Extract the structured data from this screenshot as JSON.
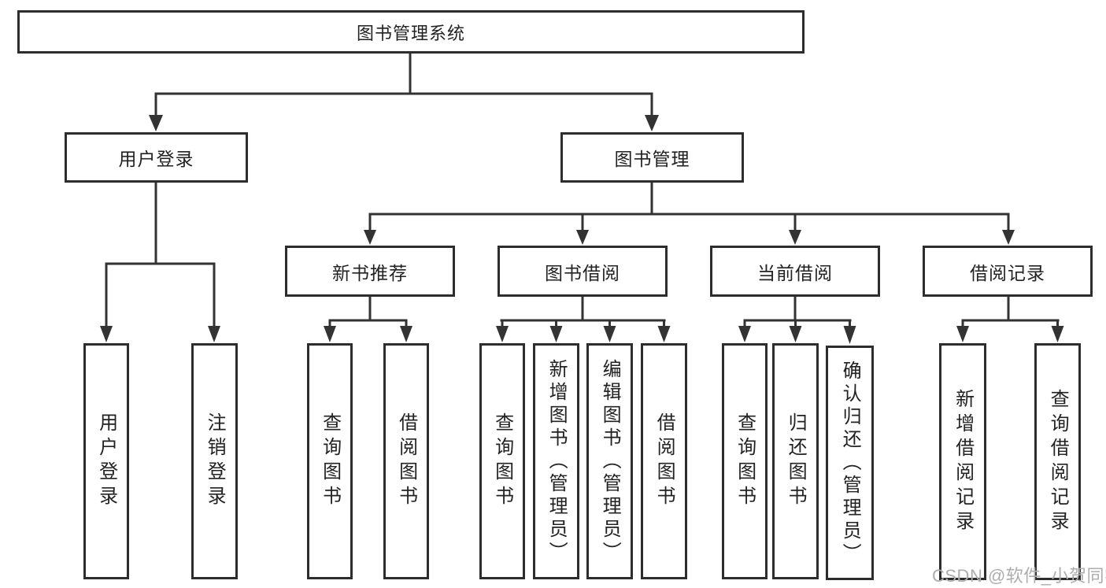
{
  "diagram": {
    "root": {
      "label": "图书管理系统"
    },
    "branches": [
      {
        "label": "用户登录",
        "leaves": [
          {
            "label": "用户登录"
          },
          {
            "label": "注销登录"
          }
        ]
      },
      {
        "label": "图书管理",
        "groups": [
          {
            "label": "新书推荐",
            "leaves": [
              {
                "label": "查询图书"
              },
              {
                "label": "借阅图书"
              }
            ]
          },
          {
            "label": "图书借阅",
            "leaves": [
              {
                "label": "查询图书"
              },
              {
                "label": "新增图书（管理员）"
              },
              {
                "label": "编辑图书（管理员）"
              },
              {
                "label": "借阅图书"
              }
            ]
          },
          {
            "label": "当前借阅",
            "leaves": [
              {
                "label": "查询图书"
              },
              {
                "label": "归还图书"
              },
              {
                "label": "确认归还（管理员）"
              }
            ]
          },
          {
            "label": "借阅记录",
            "leaves": [
              {
                "label": "新增借阅记录"
              },
              {
                "label": "查询借阅记录"
              }
            ]
          }
        ]
      }
    ]
  },
  "watermark": {
    "text": "CSDN @软件_小贺同学"
  },
  "colors": {
    "background": "#ffffff",
    "line": "#333333",
    "box_border": "#2d2d2d",
    "text": "#222222",
    "watermark": "#adadad"
  }
}
